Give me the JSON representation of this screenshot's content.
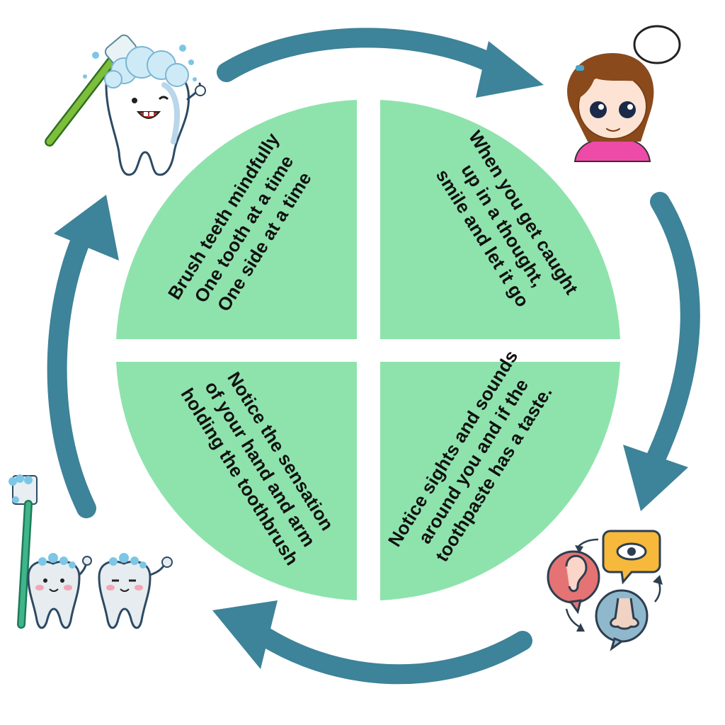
{
  "colors": {
    "background": "#ffffff",
    "quadrant_fill": "#8ee3ac",
    "arrow": "#3d8399",
    "text": "#111111"
  },
  "quadrants": {
    "top_left": {
      "lines": [
        "Brush teeth mindfully",
        "One tooth at a time",
        "One side at a time"
      ]
    },
    "top_right": {
      "lines": [
        "When you get caught",
        "up in a thought,",
        "smile and let it go"
      ]
    },
    "bottom_left": {
      "lines": [
        "Notice the sensation",
        "of your hand and arm",
        "holding the toothbrush"
      ]
    },
    "bottom_right": {
      "lines": [
        "Notice sights and sounds",
        "around you and if the",
        "toothpaste has a taste."
      ]
    }
  },
  "illustrations": {
    "top_left": "tooth-brushing-icon",
    "top_right": "thinking-girl-icon",
    "bottom_right": "senses-icon",
    "bottom_left": "teeth-with-toothbrush-icon"
  },
  "cycle_arrows": [
    "arrow-top",
    "arrow-right",
    "arrow-bottom",
    "arrow-left"
  ]
}
